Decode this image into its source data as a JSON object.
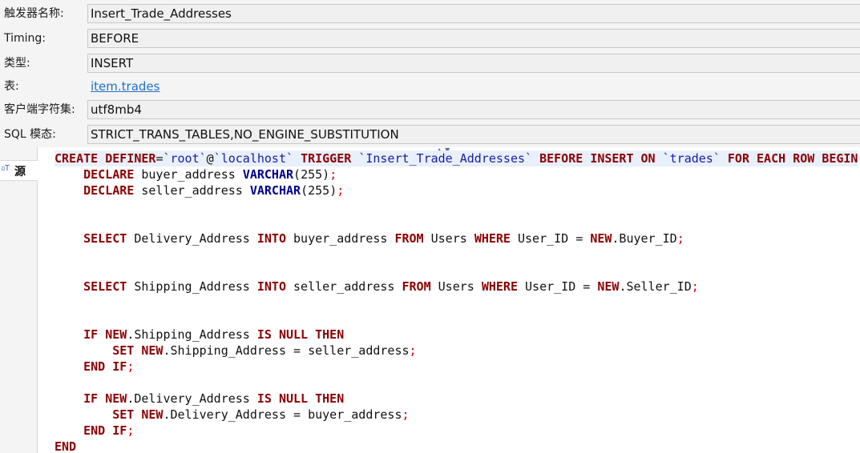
{
  "props": {
    "trigger_name_label": "触发器名称:",
    "trigger_name_value": "Insert_Trade_Addresses",
    "timing_label": "Timing:",
    "timing_value": "BEFORE",
    "type_label": "类型:",
    "type_value": "INSERT",
    "table_label": "表:",
    "table_value": "item.trades",
    "charset_label": "客户端字符集:",
    "charset_value": "utf8mb4",
    "sqlmode_label": "SQL 模态:",
    "sqlmode_value": "STRICT_TRANS_TABLES,NO_ENGINE_SUBSTITUTION"
  },
  "tabs": {
    "source_icon": "▫T",
    "source_label": "源"
  },
  "code": {
    "lines": [
      {
        "indent": 0,
        "tokens": [
          [
            "kw",
            "CREATE"
          ],
          [
            "op",
            " "
          ],
          [
            "kw",
            "DEFINER"
          ],
          [
            "op",
            "="
          ],
          [
            "bq",
            "`root`"
          ],
          [
            "op",
            "@"
          ],
          [
            "bq",
            "`localhost`"
          ],
          [
            "op",
            " "
          ],
          [
            "kw",
            "TRIGGER"
          ],
          [
            "op",
            " "
          ],
          [
            "bq",
            "`Insert_Trade_Addresses`"
          ],
          [
            "op",
            " "
          ],
          [
            "kw",
            "BEFORE"
          ],
          [
            "op",
            " "
          ],
          [
            "kw",
            "INSERT"
          ],
          [
            "op",
            " "
          ],
          [
            "kw",
            "ON"
          ],
          [
            "op",
            " "
          ],
          [
            "bq",
            "`trades`"
          ],
          [
            "op",
            " "
          ],
          [
            "kw",
            "FOR"
          ],
          [
            "op",
            " "
          ],
          [
            "kw",
            "EACH"
          ],
          [
            "op",
            " "
          ],
          [
            "kw",
            "ROW"
          ],
          [
            "op",
            " "
          ],
          [
            "kw",
            "BEGIN"
          ]
        ]
      },
      {
        "indent": 4,
        "tokens": [
          [
            "kw",
            "DECLARE"
          ],
          [
            "id",
            " buyer_address "
          ],
          [
            "ty",
            "VARCHAR"
          ],
          [
            "op",
            "("
          ],
          [
            "nm",
            "255"
          ],
          [
            "op",
            ")"
          ],
          [
            "pu",
            ";"
          ]
        ]
      },
      {
        "indent": 4,
        "tokens": [
          [
            "kw",
            "DECLARE"
          ],
          [
            "id",
            " seller_address "
          ],
          [
            "ty",
            "VARCHAR"
          ],
          [
            "op",
            "("
          ],
          [
            "nm",
            "255"
          ],
          [
            "op",
            ")"
          ],
          [
            "pu",
            ";"
          ]
        ]
      },
      {
        "indent": 0,
        "tokens": []
      },
      {
        "indent": 0,
        "tokens": []
      },
      {
        "indent": 4,
        "tokens": [
          [
            "kw",
            "SELECT"
          ],
          [
            "id",
            " Delivery_Address "
          ],
          [
            "kw",
            "INTO"
          ],
          [
            "id",
            " buyer_address "
          ],
          [
            "kw",
            "FROM"
          ],
          [
            "id",
            " Users "
          ],
          [
            "kw",
            "WHERE"
          ],
          [
            "id",
            " User_ID = "
          ],
          [
            "kw",
            "NEW"
          ],
          [
            "id",
            ".Buyer_ID"
          ],
          [
            "pu",
            ";"
          ]
        ]
      },
      {
        "indent": 0,
        "tokens": []
      },
      {
        "indent": 0,
        "tokens": []
      },
      {
        "indent": 4,
        "tokens": [
          [
            "kw",
            "SELECT"
          ],
          [
            "id",
            " Shipping_Address "
          ],
          [
            "kw",
            "INTO"
          ],
          [
            "id",
            " seller_address "
          ],
          [
            "kw",
            "FROM"
          ],
          [
            "id",
            " Users "
          ],
          [
            "kw",
            "WHERE"
          ],
          [
            "id",
            " User_ID = "
          ],
          [
            "kw",
            "NEW"
          ],
          [
            "id",
            ".Seller_ID"
          ],
          [
            "pu",
            ";"
          ]
        ]
      },
      {
        "indent": 0,
        "tokens": []
      },
      {
        "indent": 0,
        "tokens": []
      },
      {
        "indent": 4,
        "tokens": [
          [
            "kw",
            "IF"
          ],
          [
            "op",
            " "
          ],
          [
            "kw",
            "NEW"
          ],
          [
            "id",
            ".Shipping_Address "
          ],
          [
            "kw",
            "IS"
          ],
          [
            "op",
            " "
          ],
          [
            "kw",
            "NULL"
          ],
          [
            "op",
            " "
          ],
          [
            "kw",
            "THEN"
          ]
        ]
      },
      {
        "indent": 8,
        "tokens": [
          [
            "kw",
            "SET"
          ],
          [
            "op",
            " "
          ],
          [
            "kw",
            "NEW"
          ],
          [
            "id",
            ".Shipping_Address = seller_address"
          ],
          [
            "pu",
            ";"
          ]
        ]
      },
      {
        "indent": 4,
        "tokens": [
          [
            "kw",
            "END"
          ],
          [
            "op",
            " "
          ],
          [
            "kw",
            "IF"
          ],
          [
            "pu",
            ";"
          ]
        ]
      },
      {
        "indent": 0,
        "tokens": []
      },
      {
        "indent": 4,
        "tokens": [
          [
            "kw",
            "IF"
          ],
          [
            "op",
            " "
          ],
          [
            "kw",
            "NEW"
          ],
          [
            "id",
            ".Delivery_Address "
          ],
          [
            "kw",
            "IS"
          ],
          [
            "op",
            " "
          ],
          [
            "kw",
            "NULL"
          ],
          [
            "op",
            " "
          ],
          [
            "kw",
            "THEN"
          ]
        ]
      },
      {
        "indent": 8,
        "tokens": [
          [
            "kw",
            "SET"
          ],
          [
            "op",
            " "
          ],
          [
            "kw",
            "NEW"
          ],
          [
            "id",
            ".Delivery_Address = buyer_address"
          ],
          [
            "pu",
            ";"
          ]
        ]
      },
      {
        "indent": 4,
        "tokens": [
          [
            "kw",
            "END"
          ],
          [
            "op",
            " "
          ],
          [
            "kw",
            "IF"
          ],
          [
            "pu",
            ";"
          ]
        ]
      },
      {
        "indent": 0,
        "tokens": [
          [
            "kw",
            "END"
          ]
        ]
      }
    ]
  }
}
